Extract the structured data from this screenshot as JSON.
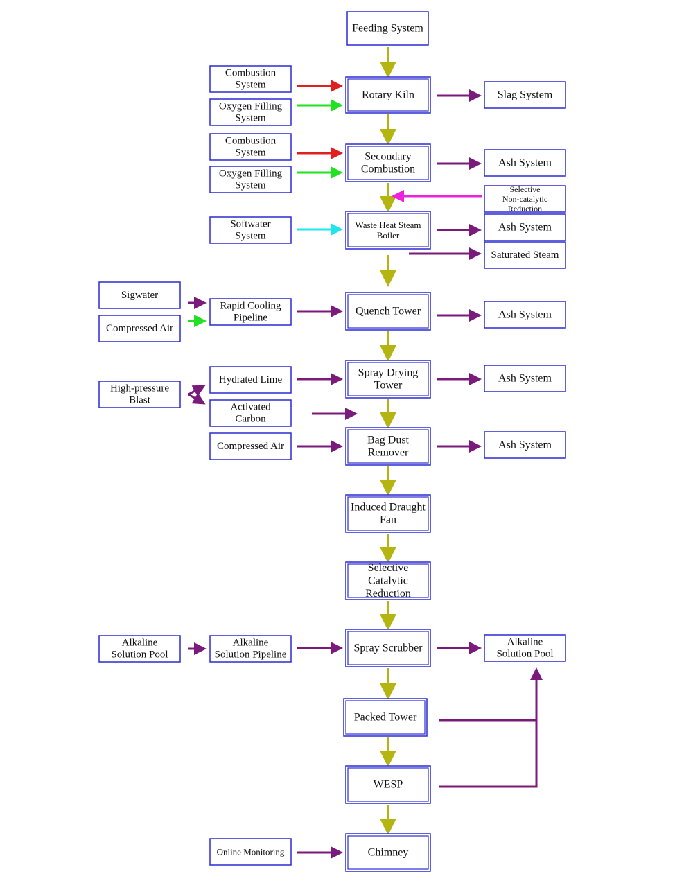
{
  "nodes": {
    "feeding": {
      "lines": [
        "Feeding System"
      ]
    },
    "rotary_kiln": {
      "lines": [
        "Rotary Kiln"
      ]
    },
    "secondary_combustion": {
      "lines": [
        "Secondary",
        "Combustion"
      ]
    },
    "waste_heat_boiler": {
      "lines": [
        "Waste Heat Steam",
        "Boiler"
      ]
    },
    "quench_tower": {
      "lines": [
        "Quench Tower"
      ]
    },
    "spray_drying": {
      "lines": [
        "Spray Drying",
        "Tower"
      ]
    },
    "bag_dust": {
      "lines": [
        "Bag Dust",
        "Remover"
      ]
    },
    "induced_fan": {
      "lines": [
        "Induced Draught",
        "Fan"
      ]
    },
    "scr": {
      "lines": [
        "Selective",
        "Catalytic",
        "Reduction"
      ]
    },
    "spray_scrubber": {
      "lines": [
        "Spray Scrubber"
      ]
    },
    "packed_tower": {
      "lines": [
        "Packed Tower"
      ]
    },
    "wesp": {
      "lines": [
        "WESP"
      ]
    },
    "chimney": {
      "lines": [
        "Chimney"
      ]
    },
    "combustion_1": {
      "lines": [
        "Combustion",
        "System"
      ]
    },
    "oxygen_1": {
      "lines": [
        "Oxygen Filling",
        "System"
      ]
    },
    "combustion_2": {
      "lines": [
        "Combustion",
        "System"
      ]
    },
    "oxygen_2": {
      "lines": [
        "Oxygen Filling",
        "System"
      ]
    },
    "softwater": {
      "lines": [
        "Softwater",
        "System"
      ]
    },
    "rapid_cooling": {
      "lines": [
        "Rapid Cooling",
        "Pipeline"
      ]
    },
    "hydrated_lime": {
      "lines": [
        "Hydrated Lime"
      ]
    },
    "activated_carbon": {
      "lines": [
        "Activated",
        "Carbon"
      ]
    },
    "compressed_air_2": {
      "lines": [
        "Compressed Air"
      ]
    },
    "alkaline_pipeline": {
      "lines": [
        "Alkaline",
        "Solution Pipeline"
      ]
    },
    "online_monitoring": {
      "lines": [
        "Online Monitoring"
      ]
    },
    "sigwater": {
      "lines": [
        "Sigwater"
      ]
    },
    "compressed_air_1": {
      "lines": [
        "Compressed Air"
      ]
    },
    "high_pressure_blast": {
      "lines": [
        "High-pressure",
        "Blast"
      ]
    },
    "alkaline_pool_left": {
      "lines": [
        "Alkaline",
        "Solution Pool"
      ]
    },
    "slag_system": {
      "lines": [
        "Slag System"
      ]
    },
    "ash_system_1": {
      "lines": [
        "Ash System"
      ]
    },
    "sncr": {
      "lines": [
        "Selective",
        "Non-catalytic",
        "Reduction"
      ]
    },
    "ash_system_2": {
      "lines": [
        "Ash System"
      ]
    },
    "saturated_steam": {
      "lines": [
        "Saturated Steam"
      ]
    },
    "ash_system_3": {
      "lines": [
        "Ash System"
      ]
    },
    "ash_system_4": {
      "lines": [
        "Ash System"
      ]
    },
    "ash_system_5": {
      "lines": [
        "Ash System"
      ]
    },
    "alkaline_pool_right": {
      "lines": [
        "Alkaline",
        "Solution Pool"
      ]
    }
  },
  "colors": {
    "box_border": "#2b2bd4",
    "main_flow": "#b5b512",
    "fuel_flow": "#e02020",
    "oxygen_flow": "#22e022",
    "water_flow": "#22e4ee",
    "material_flow": "#7a1a7a",
    "denox_flow": "#ee22dd"
  }
}
